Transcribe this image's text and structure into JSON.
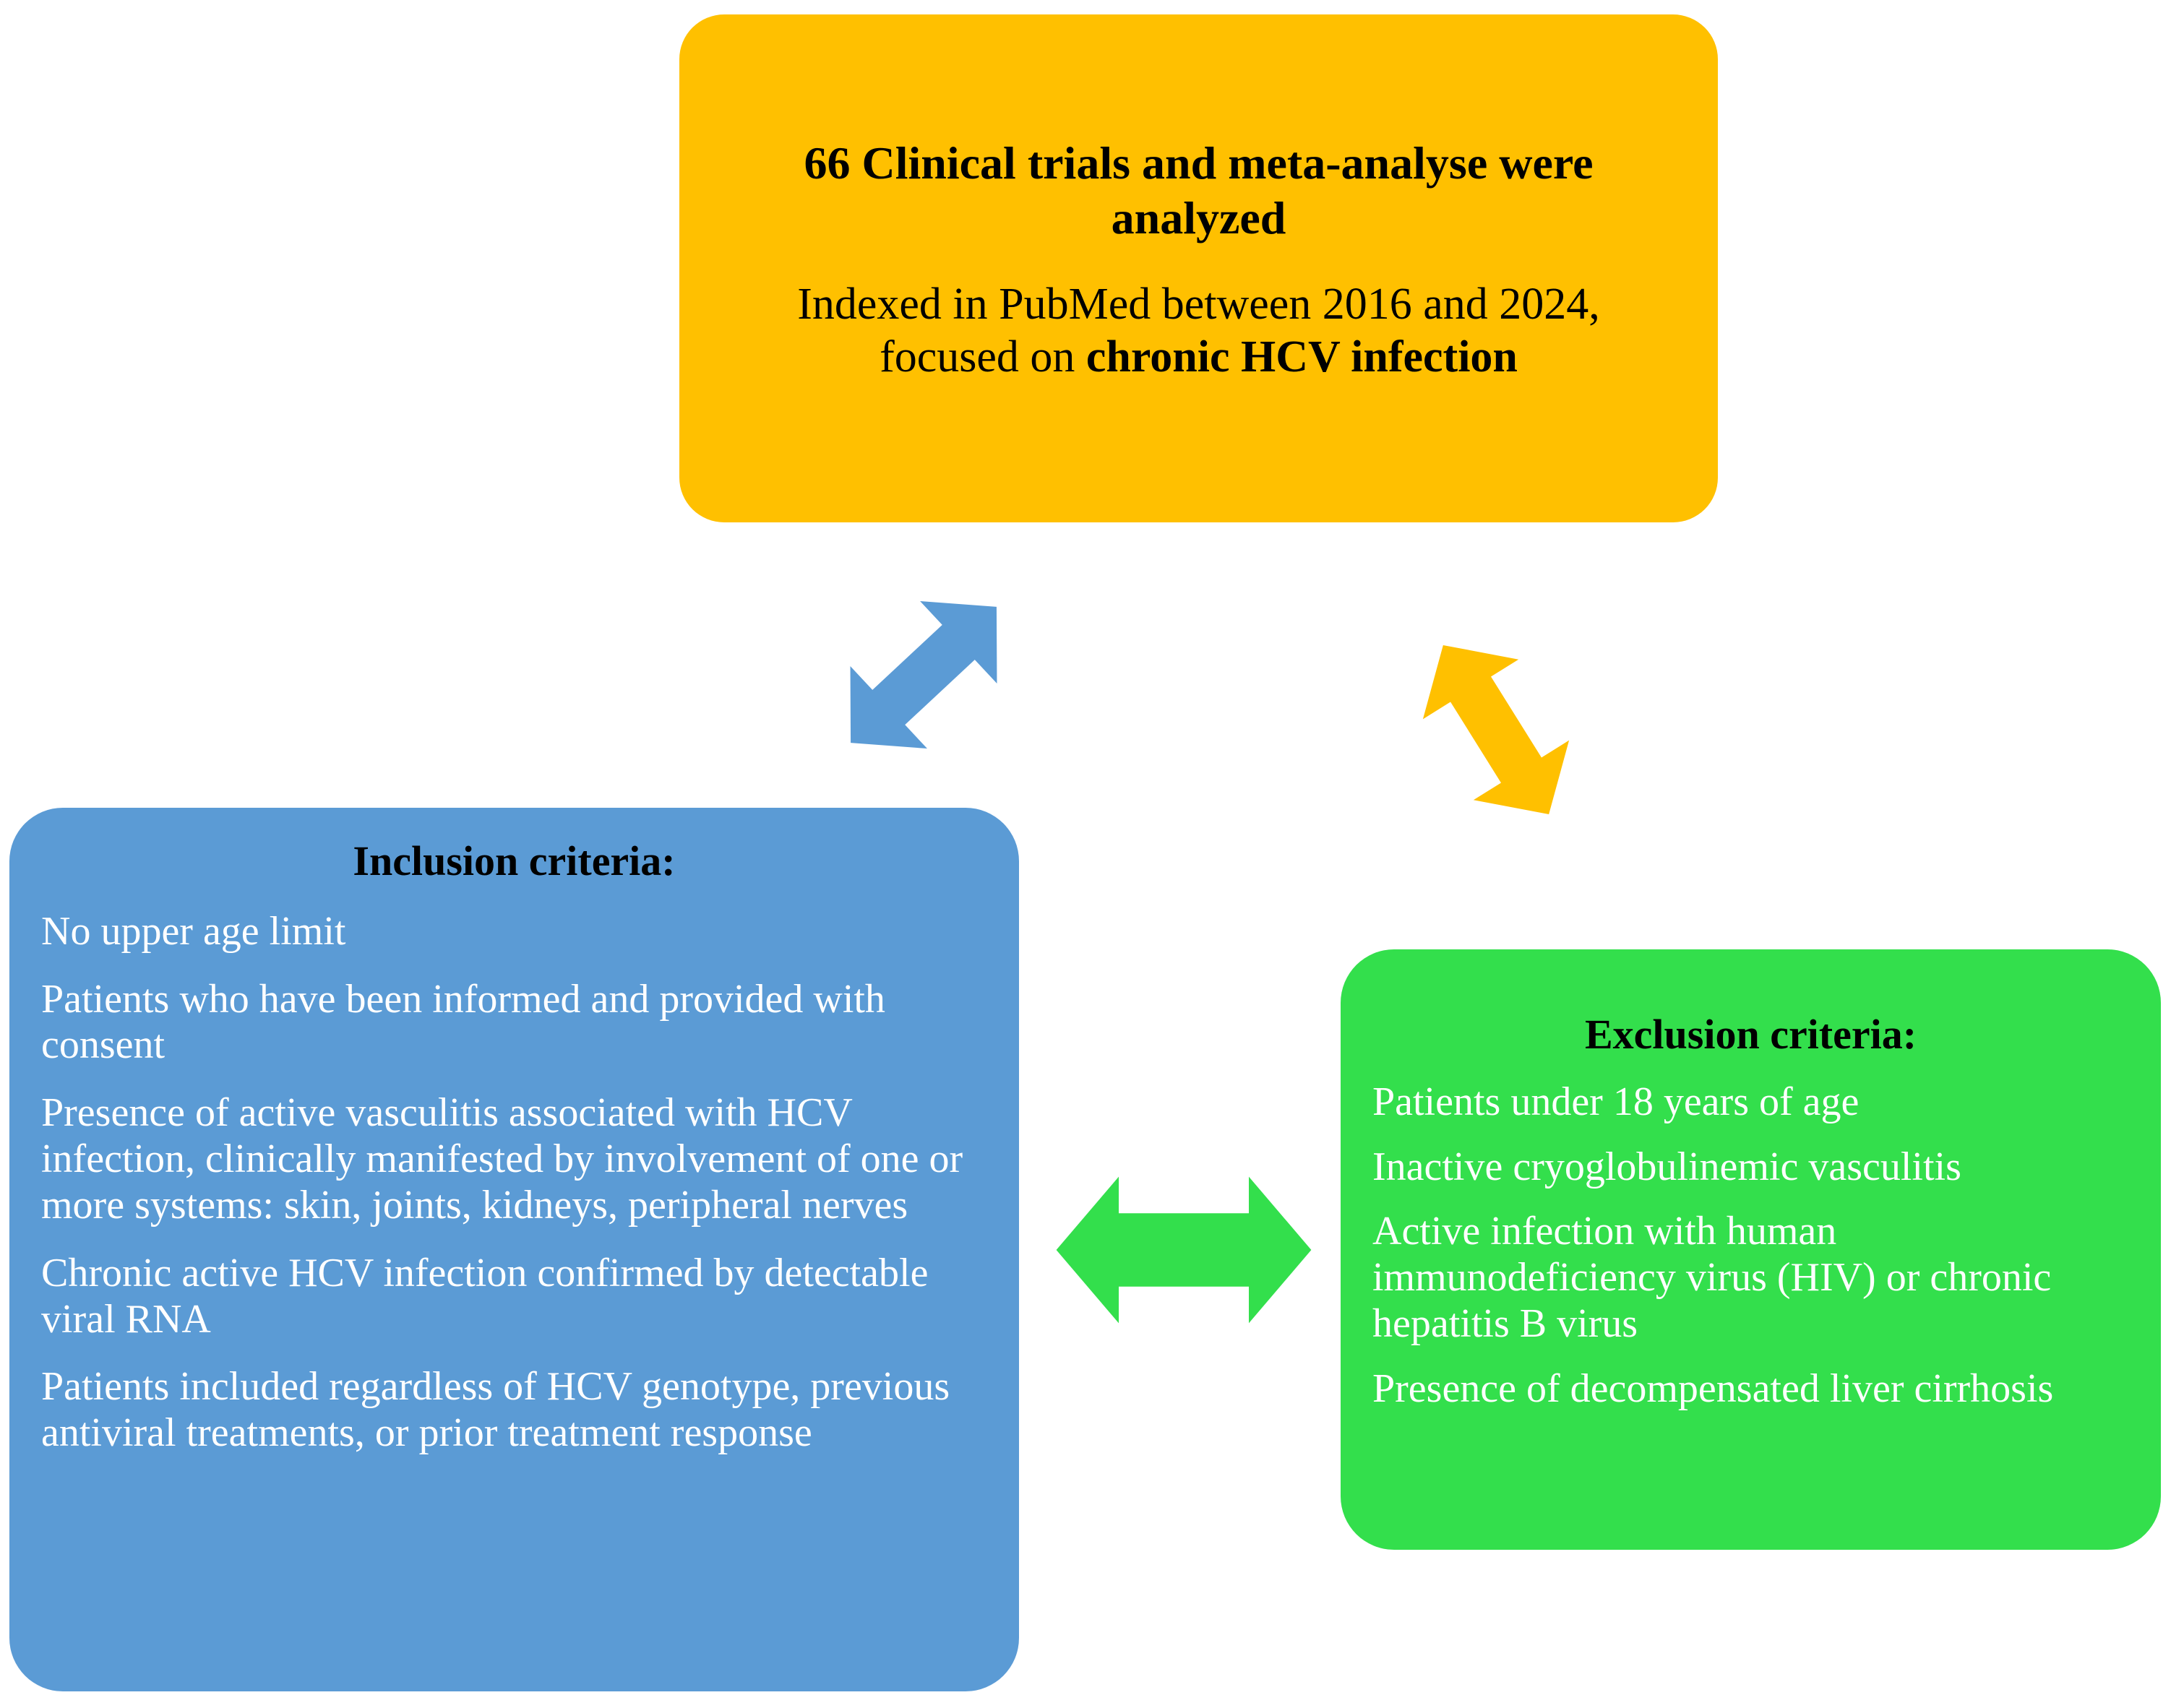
{
  "colors": {
    "summary_box": "#FFC000",
    "inclusion_box": "#5B9BD5",
    "exclusion_box": "#33DF4C",
    "arrow_summary_inclusion": "#5B9BD5",
    "arrow_summary_exclusion": "#FFC000",
    "arrow_inclusion_exclusion": "#33DF4C",
    "panel_title_text": "#000000",
    "criteria_text": "#FFFFFF",
    "summary_text": "#000000",
    "page_background": "#FFFFFF"
  },
  "summary": {
    "headline": "66 Clinical trials and meta-analyse were analyzed",
    "subline_prefix": "Indexed in PubMed between 2016 and 2024, focused on ",
    "subline_emphasis": "chronic HCV infection",
    "count": "66",
    "year_start": "2016",
    "year_end": "2024",
    "database": "PubMed"
  },
  "inclusion": {
    "title": "Inclusion criteria:",
    "items": [
      "No upper age limit",
      "Patients who have been informed and provided with consent",
      "Presence of active vasculitis associated with HCV infection, clinically manifested by involvement of one or more systems: skin, joints, kidneys, peripheral nerves",
      "Chronic active HCV infection confirmed by detectable viral RNA",
      "Patients included regardless of HCV genotype, previous antiviral treatments, or prior treatment response"
    ]
  },
  "exclusion": {
    "title": "Exclusion criteria:",
    "items": [
      "Patients under 18 years of age",
      "Inactive cryoglobulinemic vasculitis",
      "Active infection with human immunodeficiency virus (HIV) or chronic hepatitis B virus",
      "Presence of decompensated liver cirrhosis"
    ]
  },
  "arrows": {
    "summary_to_inclusion": {
      "icon": "double-arrow-diagonal-icon",
      "direction": "up-right-down-left",
      "color": "#5B9BD5"
    },
    "summary_to_exclusion": {
      "icon": "double-arrow-diagonal-icon",
      "direction": "up-left-down-right",
      "color": "#FFC000"
    },
    "inclusion_to_exclusion": {
      "icon": "double-arrow-horizontal-icon",
      "direction": "left-right",
      "color": "#33DF4C"
    }
  }
}
